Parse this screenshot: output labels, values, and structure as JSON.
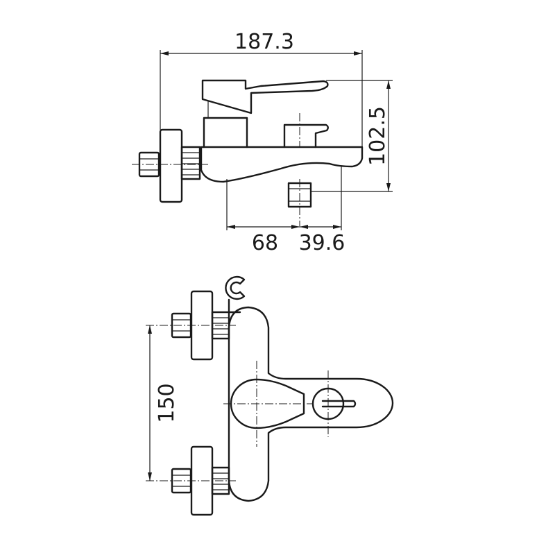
{
  "dimensions": {
    "overall_length": "187.3",
    "overall_height": "102.5",
    "wall_to_outlet": "68",
    "outlet_to_front": "39.6",
    "inlet_centers": "150"
  },
  "colors": {
    "line": "#1a1a1a",
    "background": "#ffffff"
  }
}
